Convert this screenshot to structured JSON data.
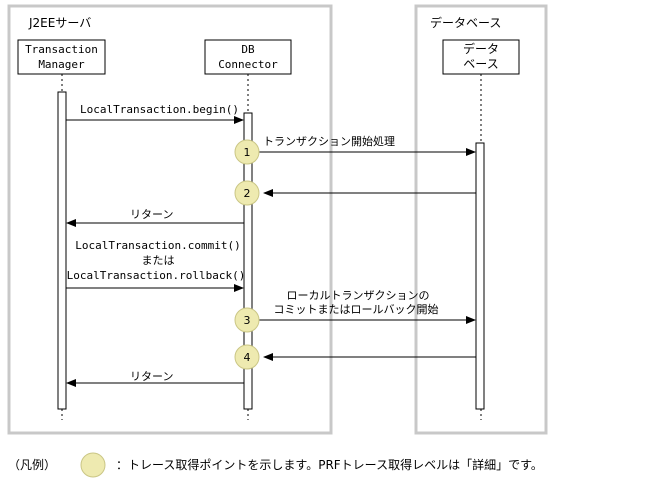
{
  "zones": {
    "server": "J2EEサーバ",
    "database": "データベース"
  },
  "lifelines": {
    "tm": [
      "Transaction",
      "Manager"
    ],
    "dbc": [
      "DB",
      "Connector"
    ],
    "db": [
      "データ",
      "ベース"
    ]
  },
  "messages": {
    "begin": "LocalTransaction.begin()",
    "start_process": "トランザクション開始処理",
    "return1": "リターン",
    "commit_lines": [
      "LocalTransaction.commit()",
      "または",
      "LocalTransaction.rollback()"
    ],
    "local_lines": [
      "ローカルトランザクションの",
      "コミットまたはロールバック開始"
    ],
    "return2": "リターン"
  },
  "trace_points": [
    "1",
    "2",
    "3",
    "4"
  ],
  "legend": {
    "label": "（凡例）",
    "text": "：トレース取得ポイントを示します。PRFトレース取得レベルは「詳細」です。"
  },
  "colors": {
    "zone_border": "#c8c8c8",
    "trace_fill": "#eeeab0",
    "trace_stroke": "#cac685",
    "line": "#000000"
  }
}
